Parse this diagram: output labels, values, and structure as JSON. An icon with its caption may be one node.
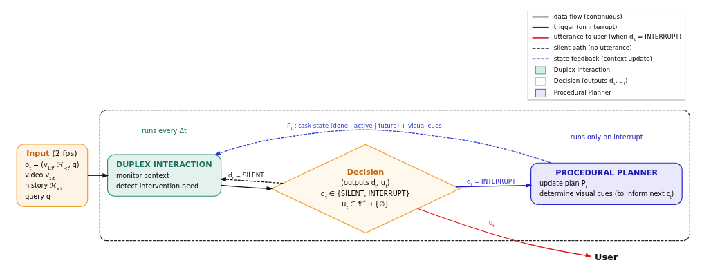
{
  "diagram": {
    "nodes": [
      {
        "text": [
          "**Input** (2 fps)",
          "o$_{t}$ = (v$_{1:t}$, ℋ$_{<t}$, q)",
          "video v$_{1:t}$",
          "history ℋ$_{<t}$",
          "query q"
        ]
      },
      {
        "text": [],
        "shape": "box"
      },
      {
        "text": [
          "DUPLEX INTERACTION",
          "monitor context",
          "detect intervention need"
        ],
        "in": 1
      },
      {
        "text": [
          "Decision",
          "(outputs d$_{t}$, u$_{t}$)",
          "d$_{t}$ ∈ {SILENT, INTERRUPT}",
          "u$_{t}$ ∈ 𝒱$^{*}$ ∪ {∅}"
        ],
        "in": 1
      },
      {
        "text": [
          "PROCEDURAL PLANNER",
          "update plan P$_{t}$",
          "determine visual cues (to inform next d$_{t}$)"
        ],
        "in": 1
      },
      {
        "text": [
          "User"
        ]
      }
    ],
    "edges": [
      {
        "from": 0,
        "to": 2,
        "arrow": "to"
      },
      {
        "from": 2,
        "to": 3,
        "arrow": "to"
      },
      {
        "from": 3,
        "to": 2,
        "arrow": "to",
        "style": "dashed",
        "label": "d$_{t}$ = SILENT"
      },
      {
        "from": 3,
        "to": 4,
        "arrow": "to",
        "color": "#1f1fc8",
        "label": "d$_{t}$ = INTERRUPT"
      },
      {
        "from": 3,
        "to": 5,
        "arrow": "to",
        "color": "#e01515",
        "label": "u$_{t}$"
      },
      {
        "from": 4,
        "to": 2,
        "arrow": "to",
        "style": "dashed",
        "color": "#2a3acc",
        "label": "P$_{t}$ : task state (done | active | future) + visual cues"
      }
    ],
    "labels": [
      "runs every Δt",
      "runs only on interrupt"
    ],
    "legend": [
      {
        "text": "data flow (continuous)"
      },
      {
        "text": "trigger (on interrupt)"
      },
      {
        "text": "utterance to user (when d$_{t}$ = INTERRUPT)"
      },
      {
        "text": "silent path (no utterance)"
      },
      {
        "text": "state feedback (context update)"
      },
      {
        "text": "Duplex Interaction",
        "color": "#d6ece6"
      },
      {
        "text": "Decision (outputs d$_{t}$, u$_{t}$)"
      },
      {
        "text": "Procedural Planner",
        "color": "#e6e6f8"
      }
    ]
  }
}
